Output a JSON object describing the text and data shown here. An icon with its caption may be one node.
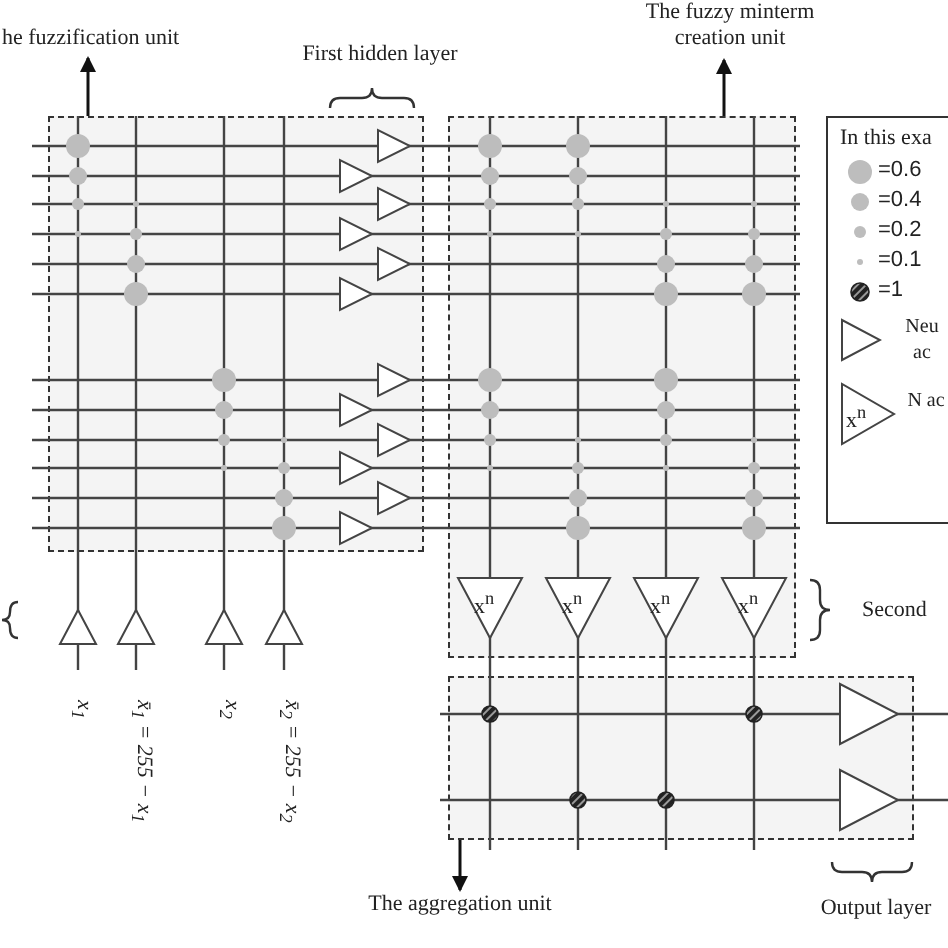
{
  "diagram": {
    "nodes": [
      {
        "text": [
          "he fuzzification unit"
        ]
      },
      {
        "text": [],
        "shape": "box"
      },
      {
        "text": [
          "The fuzzy minterm creation unit"
        ]
      },
      {
        "text": [],
        "shape": "box"
      },
      {
        "text": [],
        "shape": "box"
      },
      {
        "text": [
          "The aggregation unit"
        ]
      }
    ],
    "edges": [
      {
        "from": 1,
        "to": 0,
        "arrow": "to"
      },
      {
        "from": 3,
        "to": 2,
        "arrow": "to"
      },
      {
        "from": 4,
        "to": 5,
        "arrow": "to"
      }
    ],
    "labels": [
      "First hidden layer",
      "In this exa",
      "x$^{n}$",
      "x$^{n}$",
      "x$^{n}$",
      "x$^{n}$",
      "x$^{n}$",
      "Second",
      "x$_{1}$",
      "x̄$_{1}$ = 255 − x$_{1}$",
      "x$_{2}$",
      "x̄$_{2}$ = 255 − x$_{2}$",
      "Output layer"
    ],
    "legend": [
      {
        "text": "=0.6"
      },
      {
        "text": "=0.4"
      },
      {
        "text": "=0.2"
      },
      {
        "text": "=0.1"
      },
      {
        "text": "=1"
      },
      {
        "text": "Neu ac"
      },
      {
        "text": "N ac"
      }
    ]
  }
}
